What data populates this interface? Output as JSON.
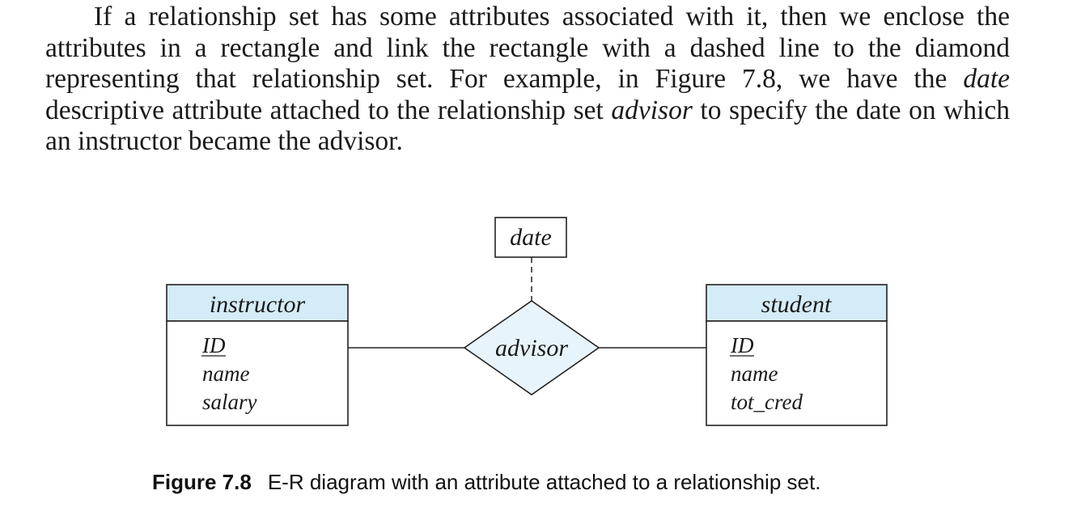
{
  "paragraph": {
    "segments": [
      "If a relationship set has some attributes associated with it, then we enclose the attributes in a rectangle and link the rectangle with a dashed line to the diamond representing that relationship set. For example, in Figure 7.8, we have the ",
      "date",
      " descriptive attribute attached to the relationship set ",
      "advisor",
      " to specify the date on which an instructor became the advisor."
    ]
  },
  "diagram": {
    "relationship_attribute": "date",
    "relationship": "advisor",
    "entities": [
      {
        "name": "instructor",
        "attributes": [
          {
            "label": "ID",
            "primary_key": true
          },
          {
            "label": "name",
            "primary_key": false
          },
          {
            "label": "salary",
            "primary_key": false
          }
        ]
      },
      {
        "name": "student",
        "attributes": [
          {
            "label": "ID",
            "primary_key": true
          },
          {
            "label": "name",
            "primary_key": false
          },
          {
            "label": "tot_cred",
            "primary_key": false
          }
        ]
      }
    ]
  },
  "caption": {
    "label": "Figure 7.8",
    "text": "E-R diagram with an attribute attached to a relationship set."
  }
}
